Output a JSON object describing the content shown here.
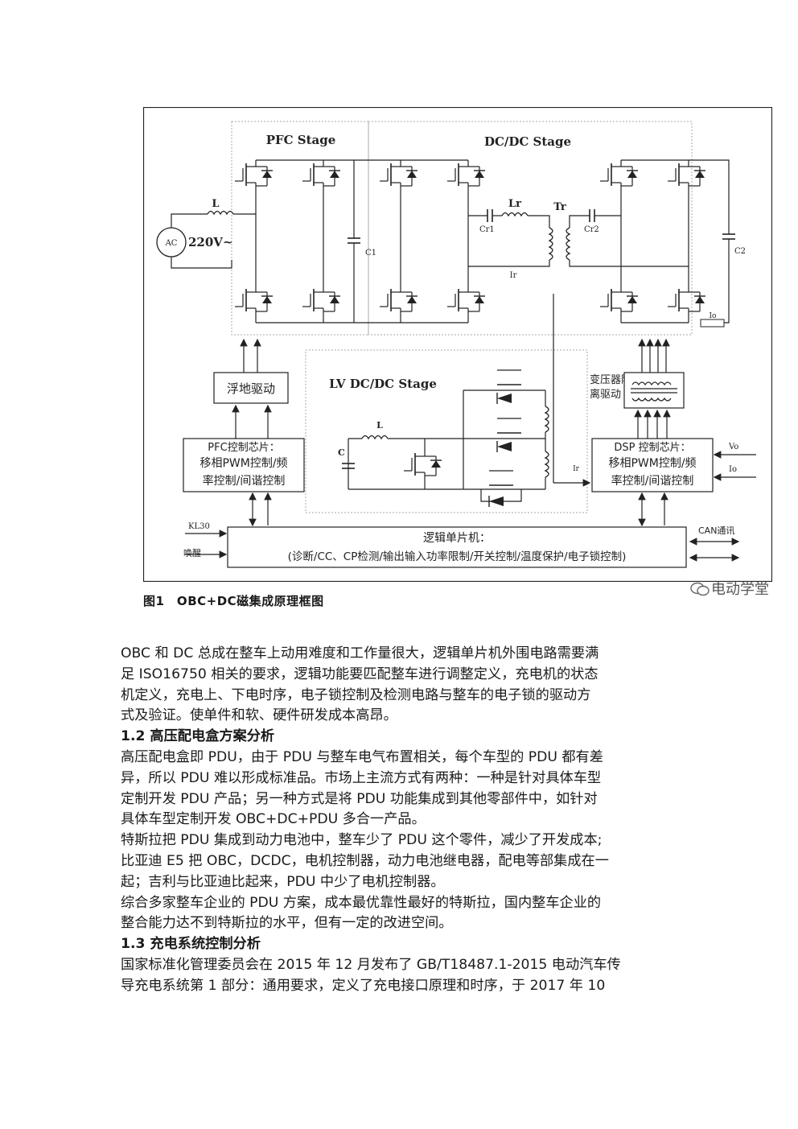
{
  "figure": {
    "stages": {
      "pfc": "PFC Stage",
      "dcdc": "DC/DC Stage",
      "lv": "LV DC/DC Stage"
    },
    "components": {
      "ac": "AC",
      "voltage": "220V~",
      "L": "L",
      "C1": "C1",
      "Lr": "Lr",
      "Cr1": "Cr1",
      "Tr": "Tr",
      "Cr2": "Cr2",
      "Ir": "Ir",
      "C2": "C2",
      "Io": "Io",
      "lv_L": "L",
      "lv_C": "C",
      "lv_Ir": "Ir",
      "Vo_in": "Vo",
      "Io_in": "Io"
    },
    "blocks": {
      "float_drive": "浮地驱动",
      "pfc_chip": [
        "PFC控制芯片：",
        "移相PWM控制/频",
        "率控制/间谐控制"
      ],
      "transformer_drive": [
        "变压器隔",
        "离驱动"
      ],
      "dsp_chip": [
        "DSP 控制芯片：",
        "移相PWM控制/频",
        "率控制/间谐控制"
      ],
      "mcu": [
        "逻辑单片机：",
        "(诊断/CC、CP检测/输出输入功率限制/开关控制/温度保护/电子锁控制)"
      ],
      "kl30": "KL30",
      "wake": "唤醒",
      "can": "CAN通讯"
    }
  },
  "caption": "图1　OBC+DC磁集成原理框图",
  "watermark": "电动学堂",
  "paragraphs": [
    {
      "type": "text",
      "lines": [
        "OBC 和 DC 总成在整车上动用难度和工作量很大，逻辑单片机外围电路需要满",
        "足 ISO16750 相关的要求，逻辑功能要匹配整车进行调整定义，充电机的状态",
        "机定义，充电上、下电时序，电子锁控制及检测电路与整车的电子锁的驱动方",
        "式及验证。使单件和软、硬件研发成本高昂。"
      ]
    },
    {
      "type": "heading",
      "lines": [
        "1.2 高压配电盒方案分析"
      ]
    },
    {
      "type": "text",
      "lines": [
        "高压配电盒即 PDU，由于 PDU 与整车电气布置相关，每个车型的 PDU 都有差",
        "异，所以 PDU 难以形成标准品。市场上主流方式有两种：一种是针对具体车型",
        "定制开发 PDU 产品；另一种方式是将 PDU 功能集成到其他零部件中，如针对",
        "具体车型定制开发 OBC+DC+PDU 多合一产品。"
      ]
    },
    {
      "type": "text",
      "lines": [
        "特斯拉把 PDU 集成到动力电池中，整车少了 PDU 这个零件，减少了开发成本;",
        "比亚迪 E5 把 OBC，DCDC，电机控制器，动力电池继电器，配电等部集成在一",
        "起；吉利与比亚迪比起来，PDU 中少了电机控制器。"
      ]
    },
    {
      "type": "text",
      "lines": [
        "综合多家整车企业的 PDU 方案，成本最优靠性最好的特斯拉，国内整车企业的",
        "整合能力达不到特斯拉的水平，但有一定的改进空间。"
      ]
    },
    {
      "type": "heading",
      "lines": [
        "1.3 充电系统控制分析"
      ]
    },
    {
      "type": "text",
      "lines": [
        "国家标准化管理委员会在 2015 年 12 月发布了 GB/T18487.1-2015 电动汽车传",
        "导充电系统第 1 部分：通用要求，定义了充电接口原理和时序，于 2017 年 10"
      ]
    }
  ]
}
